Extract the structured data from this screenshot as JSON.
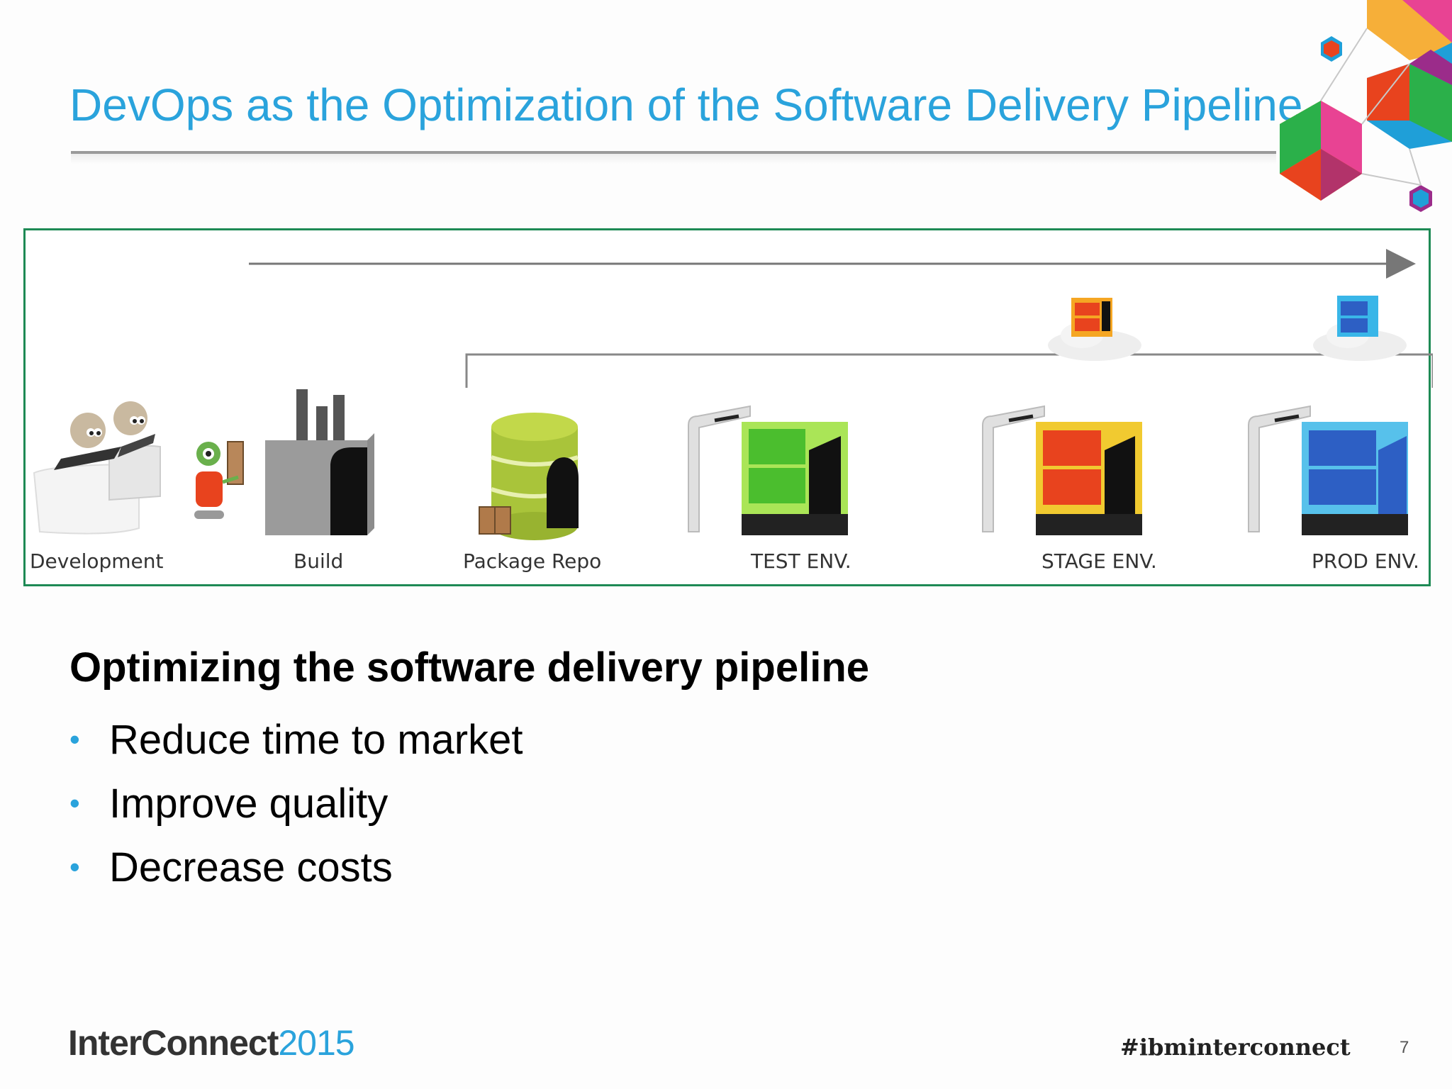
{
  "theme": {
    "title_color": "#2aa3dc",
    "accent_blue": "#2aa3dc",
    "frame_green": "#1e8a55",
    "test_green": "#4bbe2e",
    "stage_red": "#e8431e",
    "prod_blue": "#2d5fc4"
  },
  "slide": {
    "title": "DevOps as the Optimization of the Software Delivery Pipeline"
  },
  "pipeline": {
    "stages": [
      {
        "label": "Development",
        "icon": "developers-icon"
      },
      {
        "label": "Build",
        "icon": "factory-icon"
      },
      {
        "label": "Package Repo",
        "icon": "repository-icon"
      },
      {
        "label": "TEST ENV.",
        "icon": "test-environment-icon"
      },
      {
        "label": "STAGE ENV.",
        "icon": "stage-environment-icon"
      },
      {
        "label": "PROD ENV.",
        "icon": "prod-environment-icon"
      }
    ]
  },
  "content": {
    "heading": "Optimizing the software delivery pipeline",
    "bullet_marker": "•",
    "bullets": [
      "Reduce time to market",
      "Improve quality",
      "Decrease costs"
    ]
  },
  "footer": {
    "brand_bold": "InterConnect",
    "brand_year": "2015",
    "hashtag": "#ibminterconnect",
    "page_number": "7"
  }
}
